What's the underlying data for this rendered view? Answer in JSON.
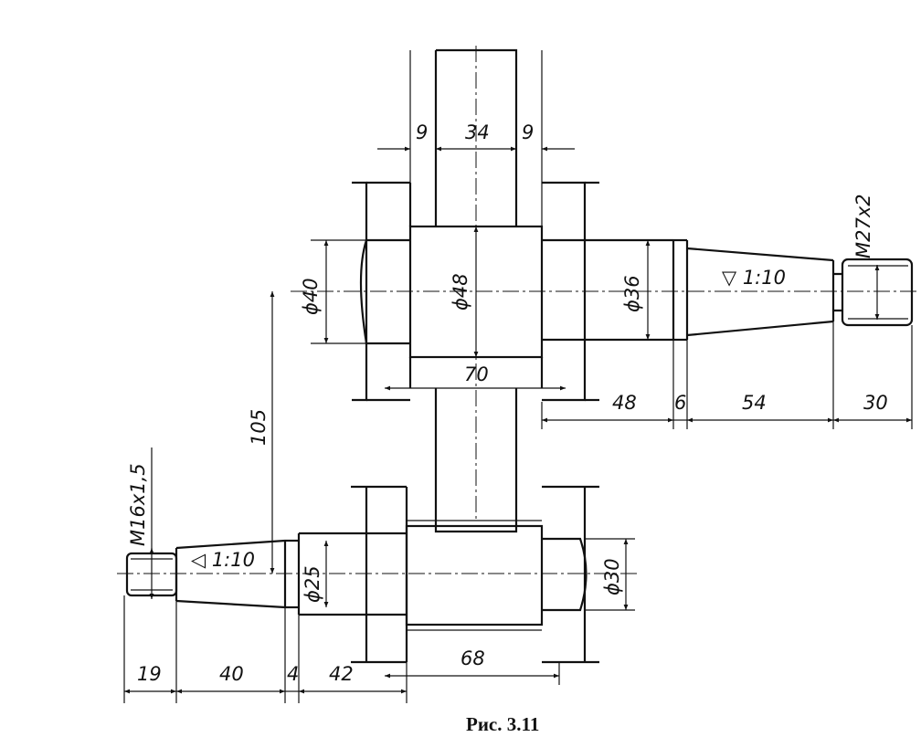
{
  "dimensions": {
    "gear_rim_left": "9",
    "gear_width": "34",
    "gear_rim_right": "9",
    "dia_40": "ϕ40",
    "dia_48": "ϕ48",
    "dia_36": "ϕ36",
    "thread_top": "M27x2",
    "taper_top": "▽ 1:10",
    "hub_length_top": "70",
    "len_48": "48",
    "len_6": "6",
    "len_54": "54",
    "len_30": "30",
    "center_distance": "105",
    "thread_bottom": "M16x1,5",
    "taper_bottom": "◁ 1:10",
    "dia_25": "ϕ25",
    "dia_30": "ϕ30",
    "len_19": "19",
    "len_40": "40",
    "len_4": "4",
    "len_42": "42",
    "hub_length_bottom": "68"
  },
  "caption": "Рис. 3.11"
}
